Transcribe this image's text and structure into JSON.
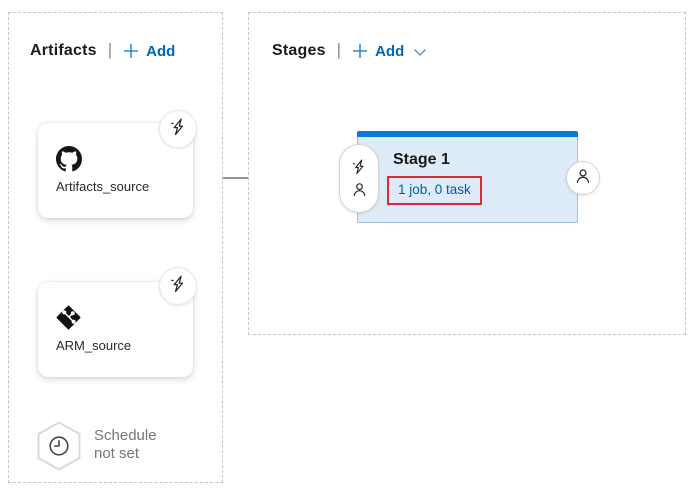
{
  "colors": {
    "accent_blue": "#0078d4",
    "link_blue": "#0067b8",
    "job_task_blue": "#005a9e",
    "stage_fill": "#deecf9",
    "stage_top_bar": "#0b79d4",
    "annotation_red": "#dd2b31",
    "text_dark": "#1d1c1b",
    "text_gray": "#787672",
    "dashed_border": "#c7c5c3",
    "connector_gray": "#979593"
  },
  "artifacts_panel": {
    "title": "Artifacts",
    "separator": "|",
    "add": {
      "plus": "+",
      "label": "Add",
      "plus_icon": "plus-icon"
    },
    "cards": [
      {
        "label": "Artifacts_source",
        "icon": "github-icon",
        "badge_icon": "lightning-icon"
      },
      {
        "label": "ARM_source",
        "icon": "git-icon",
        "badge_icon": "lightning-icon"
      }
    ],
    "schedule": {
      "icon": "clock-icon",
      "line1": "Schedule",
      "line2": "not set"
    }
  },
  "stages_panel": {
    "title": "Stages",
    "separator": "|",
    "add": {
      "plus": "+",
      "label": "Add",
      "plus_icon": "plus-icon",
      "dropdown_icon": "chevron-down-icon"
    },
    "stages": [
      {
        "title": "Stage 1",
        "job_task_summary": "1 job, 0 task",
        "pre_deploy_icons": [
          "lightning-icon",
          "person-icon"
        ],
        "post_deploy_icon": "person-icon",
        "annotation": "red-highlight-box"
      }
    ]
  }
}
